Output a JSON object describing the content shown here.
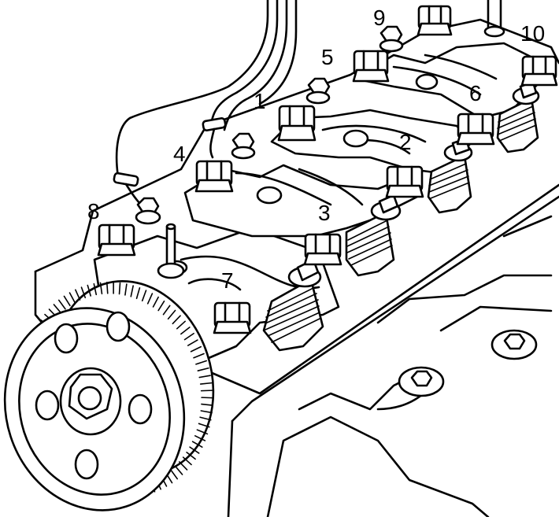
{
  "figure": {
    "labels": [
      "1",
      "2",
      "3",
      "4",
      "5",
      "6",
      "7",
      "8",
      "9",
      "10"
    ]
  }
}
